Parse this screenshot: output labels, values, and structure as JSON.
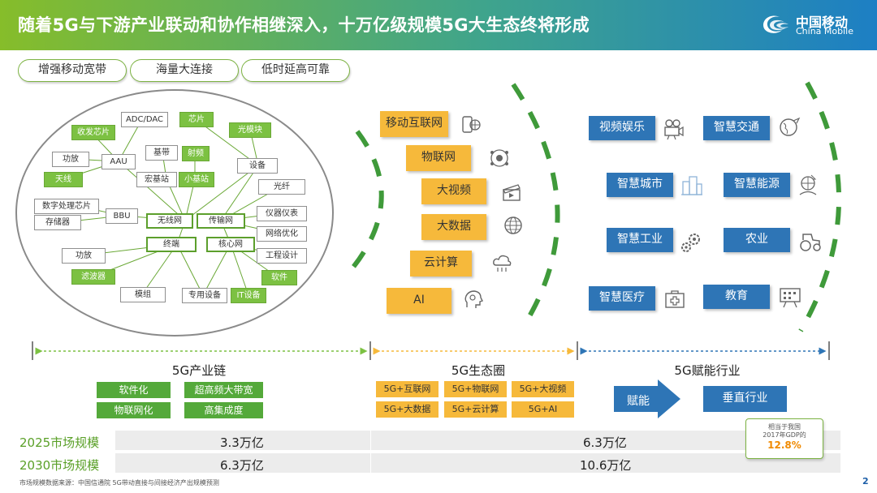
{
  "header": {
    "title": "随着5G与下游产业联动和协作相继深入，十万亿级规模5G大生态终将形成",
    "logo_cn": "中国移动",
    "logo_en": "China Mobile"
  },
  "features": [
    "增强移动宽带",
    "海量大连接",
    "低时延高可靠"
  ],
  "industry_chain_nodes": {
    "adc_dac": "ADC/DAC",
    "chip": "芯片",
    "transceiver_chip": "收发芯片",
    "optical_module": "光模块",
    "power_amp_top": "功放",
    "aau": "AAU",
    "baseband": "基带",
    "radio_freq": "射频",
    "antenna": "天线",
    "macro_station": "宏基站",
    "small_station": "小基站",
    "equipment": "设备",
    "fiber": "光纤",
    "dsp_chip": "数字处理芯片",
    "bbu": "BBU",
    "storage": "存储器",
    "wireless_net": "无线网",
    "transport_net": "传输网",
    "instruments": "仪器仪表",
    "network_opt": "网络优化",
    "terminal": "终端",
    "core_net": "核心网",
    "engineering_design": "工程设计",
    "power_amp_bottom": "功放",
    "filter": "滤波器",
    "software": "软件",
    "module": "模组",
    "special_equipment": "专用设备",
    "it_equipment": "IT设备"
  },
  "ecosystem": [
    "移动互联网",
    "物联网",
    "大视频",
    "大数据",
    "云计算",
    "AI"
  ],
  "industries": {
    "video_entertainment": "视频娱乐",
    "smart_transport": "智慧交通",
    "smart_city": "智慧城市",
    "smart_energy": "智慧能源",
    "smart_industry": "智慧工业",
    "agriculture": "农业",
    "smart_healthcare": "智慧医疗",
    "education": "教育"
  },
  "segments": {
    "chain": "5G产业链",
    "ecosystem": "5G生态圈",
    "empower": "5G赋能行业"
  },
  "chain_tags": [
    "软件化",
    "超高频大带宽",
    "物联网化",
    "高集成度"
  ],
  "eco_tags": [
    "5G+互联网",
    "5G+物联网",
    "5G+大视频",
    "5G+大数据",
    "5G+云计算",
    "5G+AI"
  ],
  "empower_tags": {
    "empower": "赋能",
    "vertical": "垂直行业"
  },
  "market": [
    {
      "label": "2025市场规模",
      "chain": "3.3万亿",
      "rest": "6.3万亿"
    },
    {
      "label": "2030市场规模",
      "chain": "6.3万亿",
      "rest": "10.6万亿"
    }
  ],
  "gdp_note": {
    "line1": "相当于我国",
    "line2": "2017年GDP的",
    "percent": "12.8%"
  },
  "source": "市场规模数据来源：中国信通院 5G带动直接与间接经济产出规模预测",
  "page_number": "2",
  "colors": {
    "green": "#7cc142",
    "yellow": "#f6b93b",
    "blue": "#2e75b6",
    "arc_green": "#3f9a3a",
    "highlight": "#f08a00"
  }
}
